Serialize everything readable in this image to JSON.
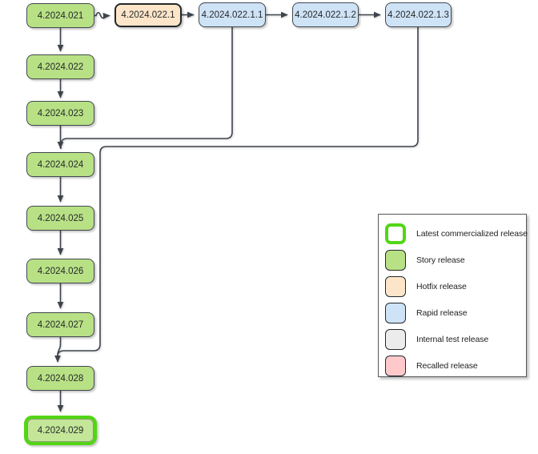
{
  "diagram": {
    "nodes": [
      {
        "label": "4.2024.021",
        "type": "story"
      },
      {
        "label": "4.2024.022",
        "type": "story"
      },
      {
        "label": "4.2024.023",
        "type": "story"
      },
      {
        "label": "4.2024.024",
        "type": "story"
      },
      {
        "label": "4.2024.025",
        "type": "story"
      },
      {
        "label": "4.2024.026",
        "type": "story"
      },
      {
        "label": "4.2024.027",
        "type": "story"
      },
      {
        "label": "4.2024.028",
        "type": "story"
      },
      {
        "label": "4.2024.029",
        "type": "latest"
      },
      {
        "label": "4.2024.022.1",
        "type": "hotfix"
      },
      {
        "label": "4.2024.022.1.1",
        "type": "rapid"
      },
      {
        "label": "4.2024.022.1.2",
        "type": "rapid"
      },
      {
        "label": "4.2024.022.1.3",
        "type": "rapid"
      }
    ],
    "edges": [
      {
        "from": "4.2024.021",
        "to": "4.2024.022",
        "style": "arrow"
      },
      {
        "from": "4.2024.022",
        "to": "4.2024.023",
        "style": "arrow"
      },
      {
        "from": "4.2024.023",
        "to": "4.2024.024",
        "style": "arrow"
      },
      {
        "from": "4.2024.024",
        "to": "4.2024.025",
        "style": "arrow"
      },
      {
        "from": "4.2024.025",
        "to": "4.2024.026",
        "style": "arrow"
      },
      {
        "from": "4.2024.026",
        "to": "4.2024.027",
        "style": "arrow"
      },
      {
        "from": "4.2024.027",
        "to": "4.2024.028",
        "style": "arrow"
      },
      {
        "from": "4.2024.028",
        "to": "4.2024.029",
        "style": "arrow"
      },
      {
        "from": "4.2024.021",
        "to": "4.2024.022.1",
        "style": "wavy-arrow"
      },
      {
        "from": "4.2024.022.1",
        "to": "4.2024.022.1.1",
        "style": "arrow"
      },
      {
        "from": "4.2024.022.1.1",
        "to": "4.2024.022.1.2",
        "style": "arrow"
      },
      {
        "from": "4.2024.022.1.2",
        "to": "4.2024.022.1.3",
        "style": "arrow"
      },
      {
        "from": "4.2024.022.1.1",
        "to": "4.2024.024",
        "style": "merge"
      },
      {
        "from": "4.2024.022.1.3",
        "to": "4.2024.028",
        "style": "merge"
      }
    ]
  },
  "legend": {
    "items": [
      {
        "label": "Latest commercialized release",
        "fill": "#ffffff",
        "border": "#53d616"
      },
      {
        "label": "Story release",
        "fill": "#b8e185",
        "border": "#23282d"
      },
      {
        "label": "Hotfix release",
        "fill": "#fce5c8",
        "border": "#23282d"
      },
      {
        "label": "Rapid release",
        "fill": "#cfe3f6",
        "border": "#23282d"
      },
      {
        "label": "Internal test release",
        "fill": "#ececec",
        "border": "#23282d"
      },
      {
        "label": "Recalled release",
        "fill": "#ffc9cc",
        "border": "#23282d"
      }
    ]
  },
  "colors": {
    "edge": "#3e444d",
    "node_text": "#26292c",
    "latest_border": "#53d616"
  }
}
